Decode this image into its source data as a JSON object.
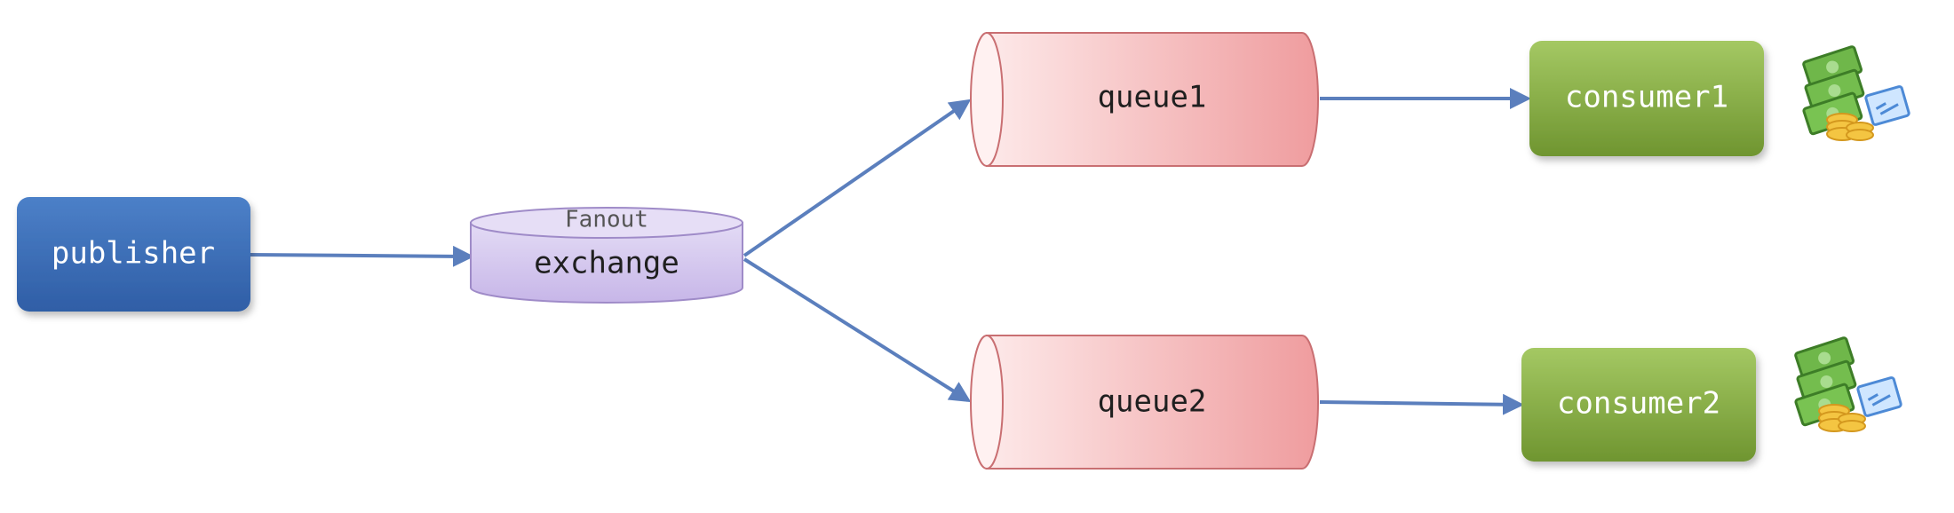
{
  "diagram": {
    "publisher": {
      "label": "publisher"
    },
    "exchange": {
      "type_label": "Fanout",
      "label": "exchange"
    },
    "queues": [
      {
        "label": "queue1"
      },
      {
        "label": "queue2"
      }
    ],
    "consumers": [
      {
        "label": "consumer1"
      },
      {
        "label": "consumer2"
      }
    ]
  },
  "colors": {
    "publisher": "#3f70b8",
    "exchange": "#cfc1ea",
    "queue": "#f2a7a8",
    "consumer": "#7ea73d",
    "arrow": "#5b7fbd"
  },
  "icons": {
    "consumer1_decoration": "money-stack-icon",
    "consumer2_decoration": "money-stack-icon"
  }
}
